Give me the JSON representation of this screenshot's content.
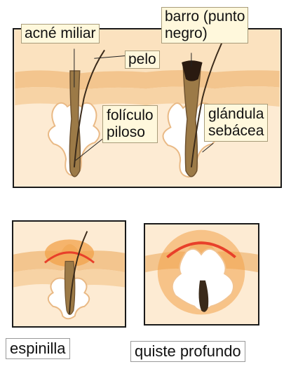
{
  "labels": {
    "whitehead": "acné miliar",
    "blackhead_line1": "barro (punto",
    "blackhead_line2": "negro)",
    "hair": "pelo",
    "follicle_line1": "folículo",
    "follicle_line2": "piloso",
    "gland_line1": "glándula",
    "gland_line2": "sebácea",
    "pimple": "espinilla",
    "cyst": "quiste profundo"
  },
  "colors": {
    "skin_surface": "#f3c58e",
    "skin_deep": "#fdebd3",
    "dermis_band": "#f7d3a5",
    "follicle": "#8a6a3c",
    "gland": "#ffffff",
    "inflammation": "#e8402a",
    "blackhead_plug": "#2a1a10",
    "label_bg": "#fff8dc"
  }
}
